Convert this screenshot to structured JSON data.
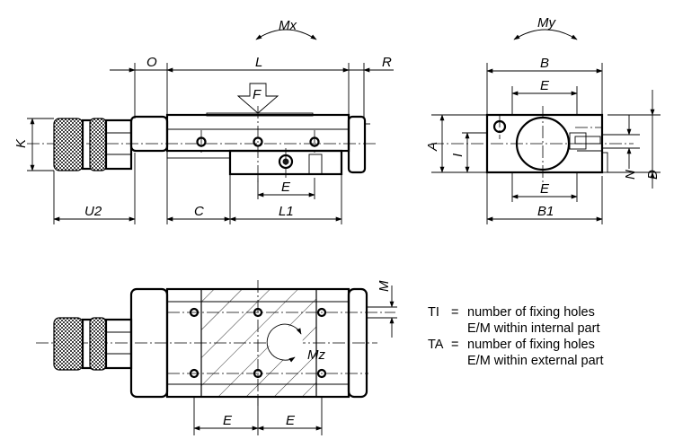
{
  "dimension_labels": {
    "mx": "Mx",
    "my": "My",
    "mz": "Mz",
    "o": "O",
    "l": "L",
    "r": "R",
    "f": "F",
    "k": "K",
    "e_front": "E",
    "u2": "U2",
    "c": "C",
    "l1": "L1",
    "b": "B",
    "e_side_top": "E",
    "a": "A",
    "i": "I",
    "n": "N",
    "d": "D",
    "e_side_bottom": "E",
    "b1": "B1",
    "m": "M",
    "e_top_left": "E",
    "e_top_right": "E"
  },
  "legend": {
    "ti_key": "TI",
    "ti_eq": "=",
    "ti_line1": "number of fixing holes",
    "ti_line2": "E/M within internal part",
    "ta_key": "TA",
    "ta_eq": "=",
    "ta_line1": "number of fixing holes",
    "ta_line2": "E/M within external part"
  }
}
